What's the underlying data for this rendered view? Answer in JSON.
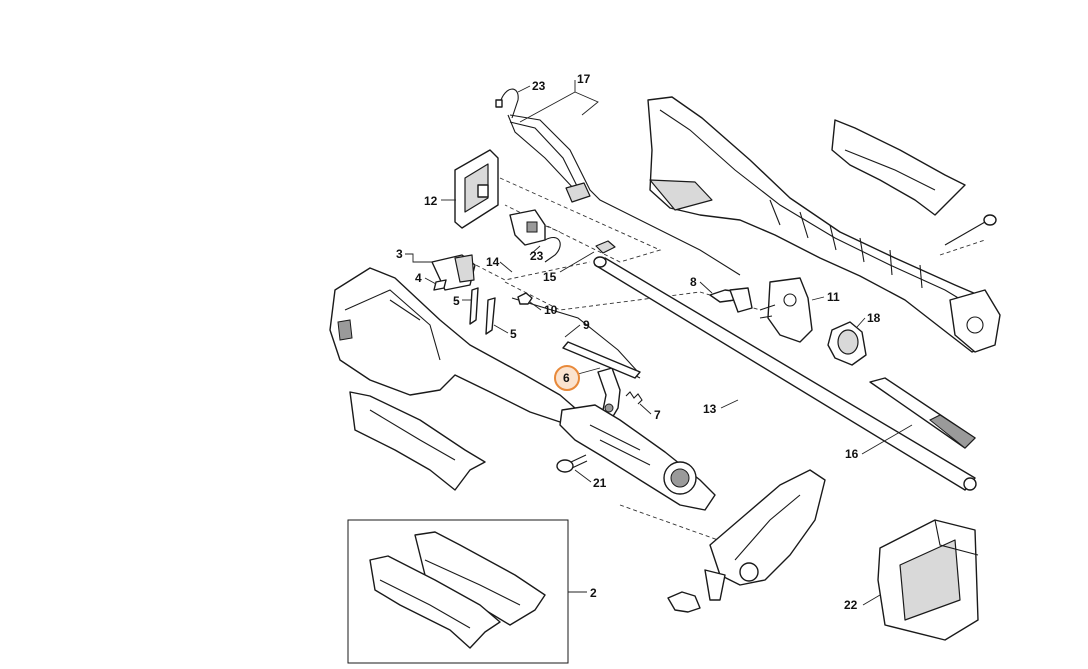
{
  "diagram": {
    "highlighted_part": "6",
    "highlight_color": "#e8893a",
    "highlight_fill": "#fbe3cf",
    "parts": [
      {
        "id": "p2",
        "label": "2"
      },
      {
        "id": "p3",
        "label": "3"
      },
      {
        "id": "p4",
        "label": "4"
      },
      {
        "id": "p5a",
        "label": "5"
      },
      {
        "id": "p5b",
        "label": "5"
      },
      {
        "id": "p6",
        "label": "6"
      },
      {
        "id": "p7",
        "label": "7"
      },
      {
        "id": "p8",
        "label": "8"
      },
      {
        "id": "p9",
        "label": "9"
      },
      {
        "id": "p10",
        "label": "10"
      },
      {
        "id": "p11",
        "label": "11"
      },
      {
        "id": "p12",
        "label": "12"
      },
      {
        "id": "p13",
        "label": "13"
      },
      {
        "id": "p14",
        "label": "14"
      },
      {
        "id": "p15",
        "label": "15"
      },
      {
        "id": "p16",
        "label": "16"
      },
      {
        "id": "p17",
        "label": "17"
      },
      {
        "id": "p18",
        "label": "18"
      },
      {
        "id": "p21",
        "label": "21"
      },
      {
        "id": "p22",
        "label": "22"
      },
      {
        "id": "p23a",
        "label": "23"
      },
      {
        "id": "p23b",
        "label": "23"
      }
    ]
  }
}
